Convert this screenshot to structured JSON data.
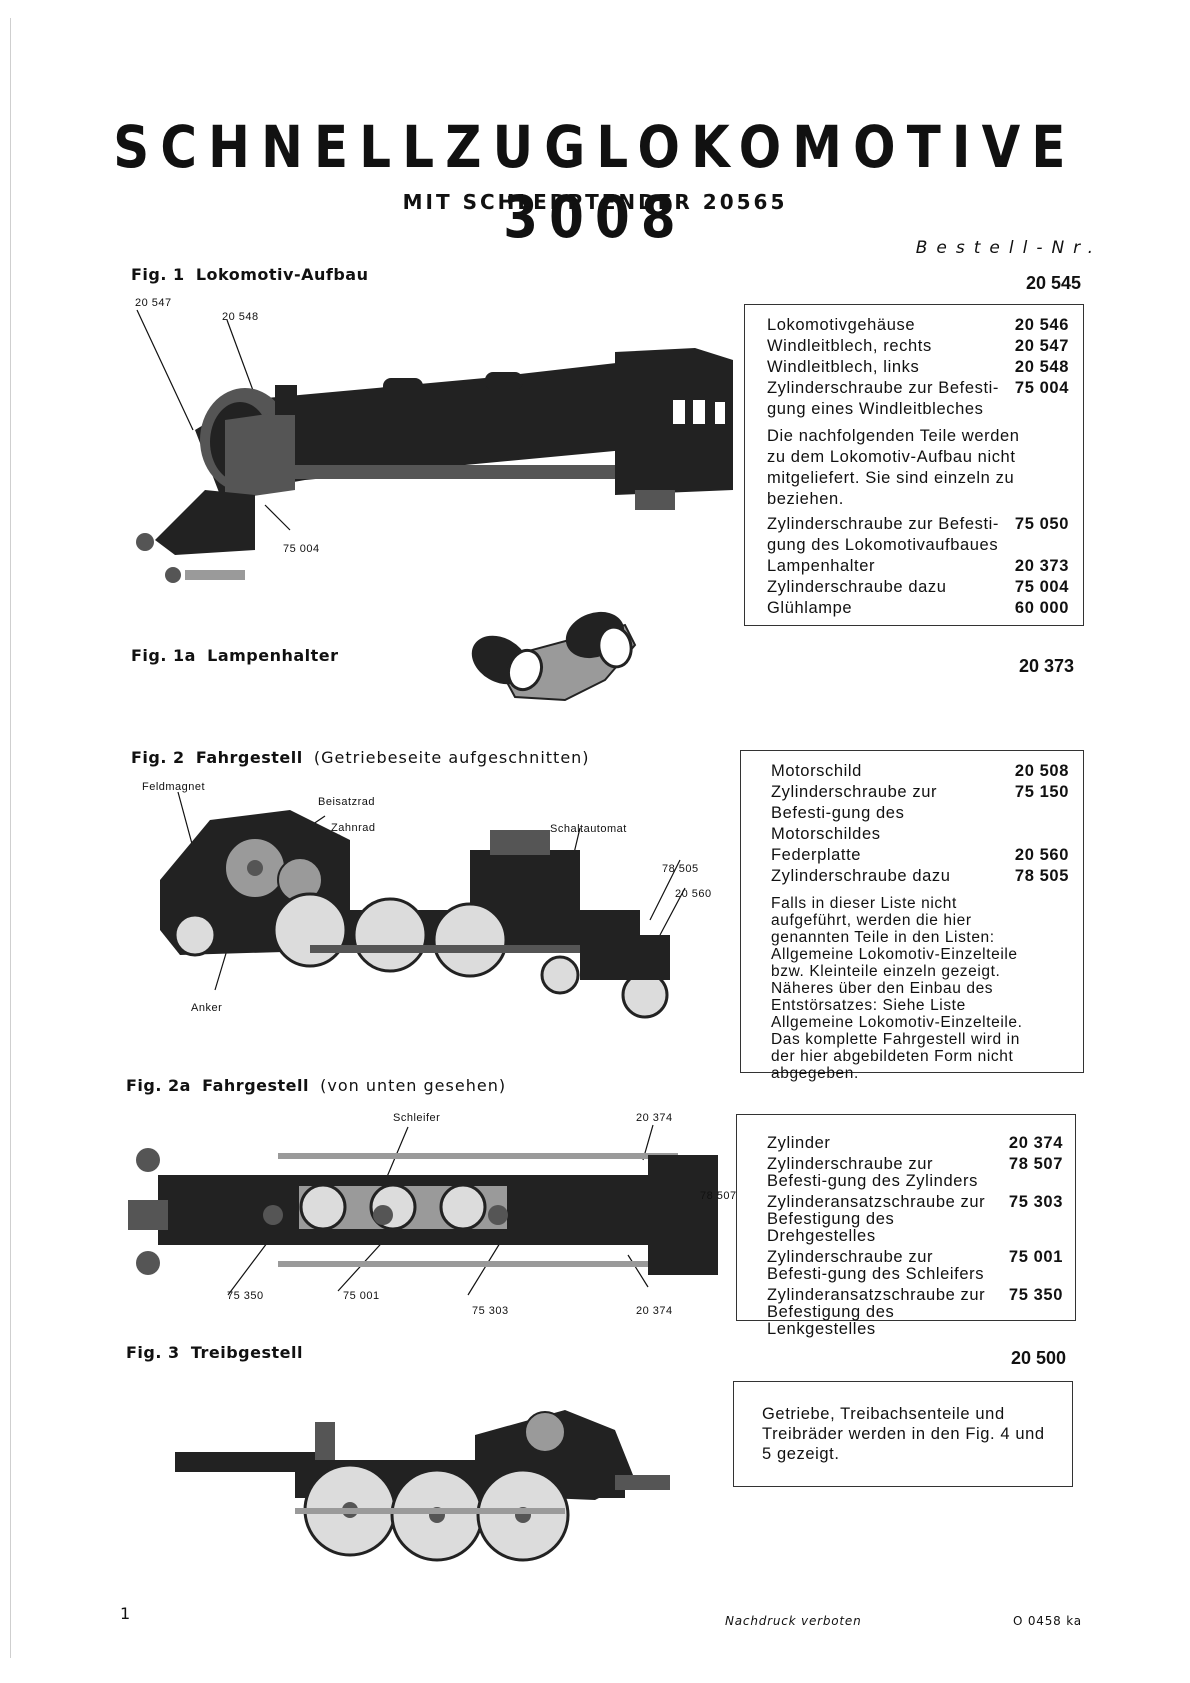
{
  "header": {
    "title": "SCHNELLZUGLOKOMOTIVE 3008",
    "subtitle": "MIT SCHLEPPTENDER 20565",
    "order_label": "Bestell-Nr."
  },
  "fig1": {
    "caption_num": "Fig. 1",
    "caption_title": "Lokomotiv-Aufbau",
    "order_no": "20 545",
    "callouts": [
      "20 547",
      "20 548",
      "75 004"
    ],
    "items": [
      {
        "text": "Lokomotivgehäuse",
        "num": "20 546"
      },
      {
        "text": "Windleitblech, rechts",
        "num": "20 547"
      },
      {
        "text": "Windleitblech, links",
        "num": "20 548"
      },
      {
        "text": "Zylinderschraube zur Befesti-gung eines Windleitbleches",
        "num": "75 004"
      }
    ],
    "note": "Die nachfolgenden Teile werden zu dem Lokomotiv-Aufbau nicht mitgeliefert. Sie sind einzeln zu beziehen.",
    "items2": [
      {
        "text": "Zylinderschraube zur Befesti-gung des Lokomotivaufbaues",
        "num": "75 050"
      },
      {
        "text": "Lampenhalter",
        "num": "20 373"
      },
      {
        "text": "Zylinderschraube dazu",
        "num": "75 004"
      },
      {
        "text": "Glühlampe",
        "num": "60 000"
      }
    ]
  },
  "fig1a": {
    "caption_num": "Fig. 1a",
    "caption_title": "Lampenhalter",
    "order_no": "20 373"
  },
  "fig2": {
    "caption_num": "Fig. 2",
    "caption_title": "Fahrgestell",
    "caption_note": "(Getriebeseite aufgeschnitten)",
    "callouts": [
      "Feldmagnet",
      "Beisatzrad",
      "Zahnrad",
      "Schaltautomat",
      "78 505",
      "20 560",
      "Anker"
    ],
    "items": [
      {
        "text": "Motorschild",
        "num": "20 508"
      },
      {
        "text": "Zylinderschraube zur Befesti-gung des Motorschildes",
        "num": "75 150"
      },
      {
        "text": "Federplatte",
        "num": "20 560"
      },
      {
        "text": "Zylinderschraube dazu",
        "num": "78 505"
      }
    ],
    "note": "Falls in dieser Liste nicht aufgeführt, werden die hier genannten Teile in den Listen: Allgemeine Lokomotiv-Einzelteile bzw. Kleinteile einzeln gezeigt. Näheres über den Einbau des Entstörsatzes: Siehe Liste Allgemeine Lokomotiv-Einzelteile. Das komplette Fahrgestell wird in der hier abgebildeten Form nicht abgegeben."
  },
  "fig2a": {
    "caption_num": "Fig. 2a",
    "caption_title": "Fahrgestell",
    "caption_note": "(von unten gesehen)",
    "callouts": [
      "Schleifer",
      "20 374",
      "78 507",
      "75 350",
      "75 001",
      "75 303",
      "20 374"
    ],
    "items": [
      {
        "text": "Zylinder",
        "num": "20 374"
      },
      {
        "text": "Zylinderschraube zur Befesti-gung des Zylinders",
        "num": "78 507"
      },
      {
        "text": "Zylinderansatzschraube zur Befestigung des Drehgestelles",
        "num": "75 303"
      },
      {
        "text": "Zylinderschraube zur Befesti-gung des Schleifers",
        "num": "75 001"
      },
      {
        "text": "Zylinderansatzschraube zur Befestigung des Lenkgestelles",
        "num": "75 350"
      }
    ]
  },
  "fig3": {
    "caption_num": "Fig. 3",
    "caption_title": "Treibgestell",
    "order_no": "20 500",
    "note": "Getriebe, Treibachsenteile und Treibräder werden in den Fig. 4 und 5 gezeigt."
  },
  "footer": {
    "page": "1",
    "reprint": "Nachdruck verboten",
    "code": "O 0458 ka"
  }
}
